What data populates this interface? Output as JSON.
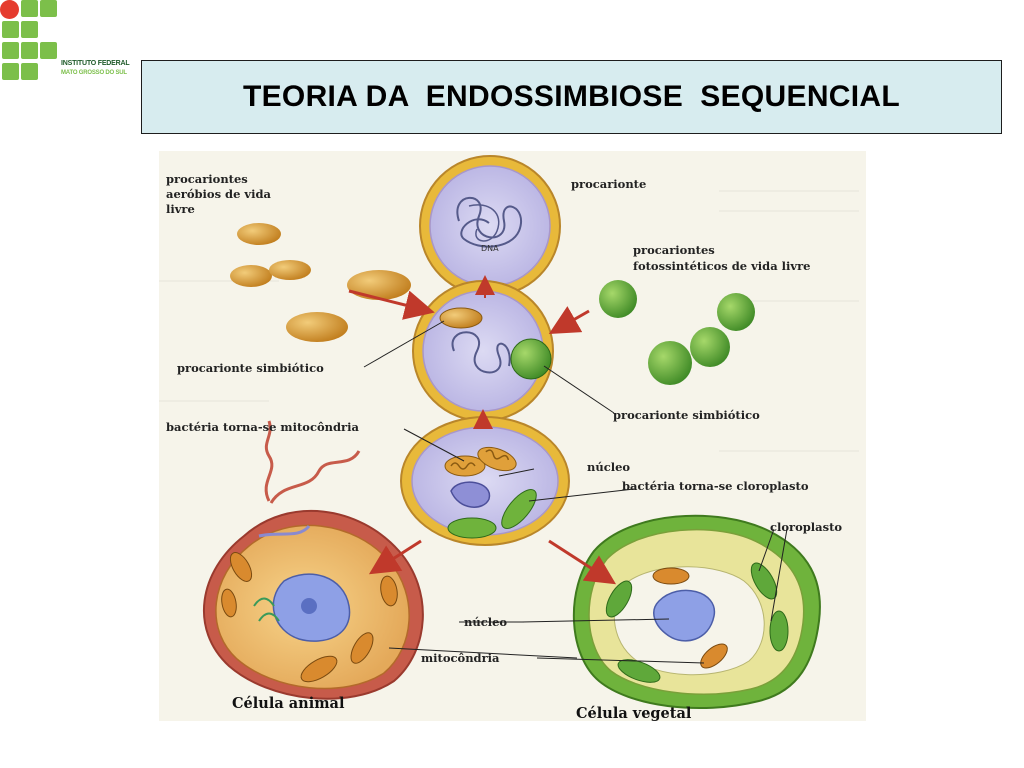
{
  "logo": {
    "name": "INSTITUTO FEDERAL",
    "sub": "MATO GROSSO DO SUL"
  },
  "title": "TEORIA DA  ENDOSSIMBIOSE  SEQUENCIAL",
  "diagram": {
    "labels": {
      "aerobic_1": "procariontes",
      "aerobic_2": "aeróbios de vida",
      "aerobic_3": "livre",
      "prokaryote": "procarionte",
      "dna": "DNA",
      "photo_1": "procariontes",
      "photo_2": "fotossintéticos de vida livre",
      "symbiotic_left": "procarionte simbiótico",
      "symbiotic_right": "procarionte simbiótico",
      "mito_becomes": "bactéria torna-se mitocôndria",
      "nucleus_top": "núcleo",
      "chloro_becomes": "bactéria torna-se cloroplasto",
      "chloroplast": "cloroplasto",
      "nucleus_bottom": "núcleo",
      "mitochondria": "mitocôndria",
      "animal_cell": "Célula animal",
      "plant_cell": "Célula vegetal"
    },
    "colors": {
      "membrane": "#e8b93a",
      "cytoplasm": "#c9c6ea",
      "bacteria_orange": "#d9942a",
      "bacteria_green": "#5fa83a",
      "arrow": "#c0392b"
    }
  }
}
